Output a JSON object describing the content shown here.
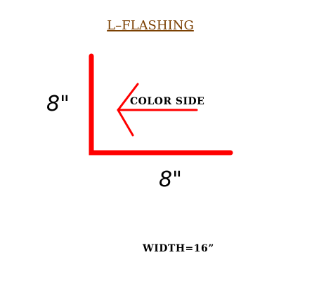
{
  "title": "L–FLASHING",
  "dimensions": {
    "vertical_leg": "8\"",
    "horizontal_leg": "8\""
  },
  "arrow_label": "COLOR SIDE",
  "width_label": "WIDTH=16”",
  "colors": {
    "flashing": "#ff0000",
    "arrow": "#ff0000",
    "title": "#7a3e00",
    "text": "#000000"
  }
}
